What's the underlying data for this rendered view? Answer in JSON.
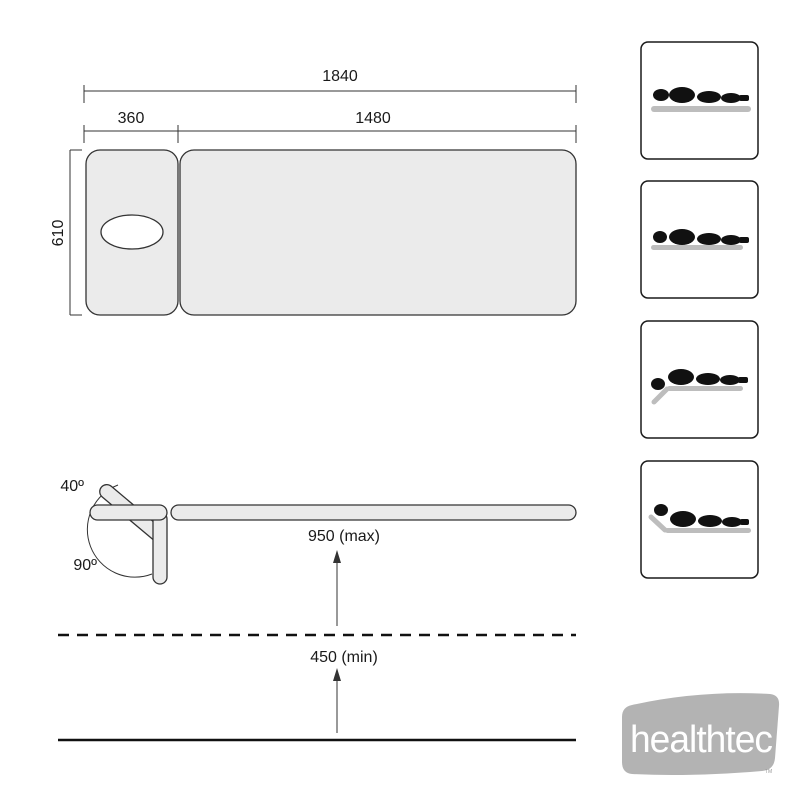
{
  "dimensions": {
    "total_length": "1840",
    "head_section_length": "360",
    "body_section_length": "1480",
    "width": "610",
    "max_height": "950 (max)",
    "min_height": "450 (min)",
    "head_tilt_up": "40º",
    "head_tilt_down": "90º"
  },
  "brand": {
    "logo_text": "healthtec",
    "trademark": "TM"
  },
  "positions": [
    {
      "icon": "patient-flat-position-icon"
    },
    {
      "icon": "patient-flat-head-down-position-icon"
    },
    {
      "icon": "patient-head-tilted-down-position-icon"
    },
    {
      "icon": "patient-head-tilted-up-position-icon"
    }
  ],
  "colors": {
    "table_fill": "#ebebeb",
    "outline": "#333333",
    "logo_bg": "#b3b3b3"
  }
}
